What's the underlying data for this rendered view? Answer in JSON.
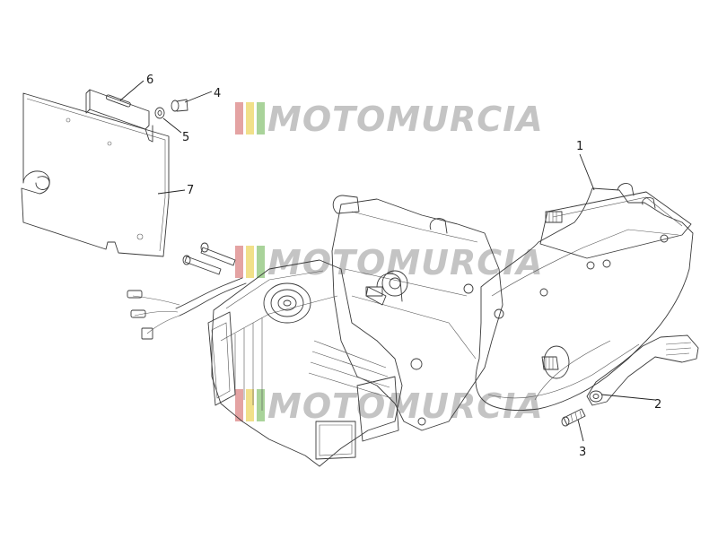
{
  "watermark": {
    "text": "MOTOMURCIA",
    "stripe_colors": [
      "#e4a3a3",
      "#f1e08a",
      "#a9d39a"
    ],
    "text_color": "#c4c4c4"
  },
  "callouts": [
    {
      "id": "1",
      "label": "1"
    },
    {
      "id": "2",
      "label": "2"
    },
    {
      "id": "3",
      "label": "3"
    },
    {
      "id": "4",
      "label": "4"
    },
    {
      "id": "5",
      "label": "5"
    },
    {
      "id": "6",
      "label": "6"
    },
    {
      "id": "7",
      "label": "7"
    }
  ]
}
